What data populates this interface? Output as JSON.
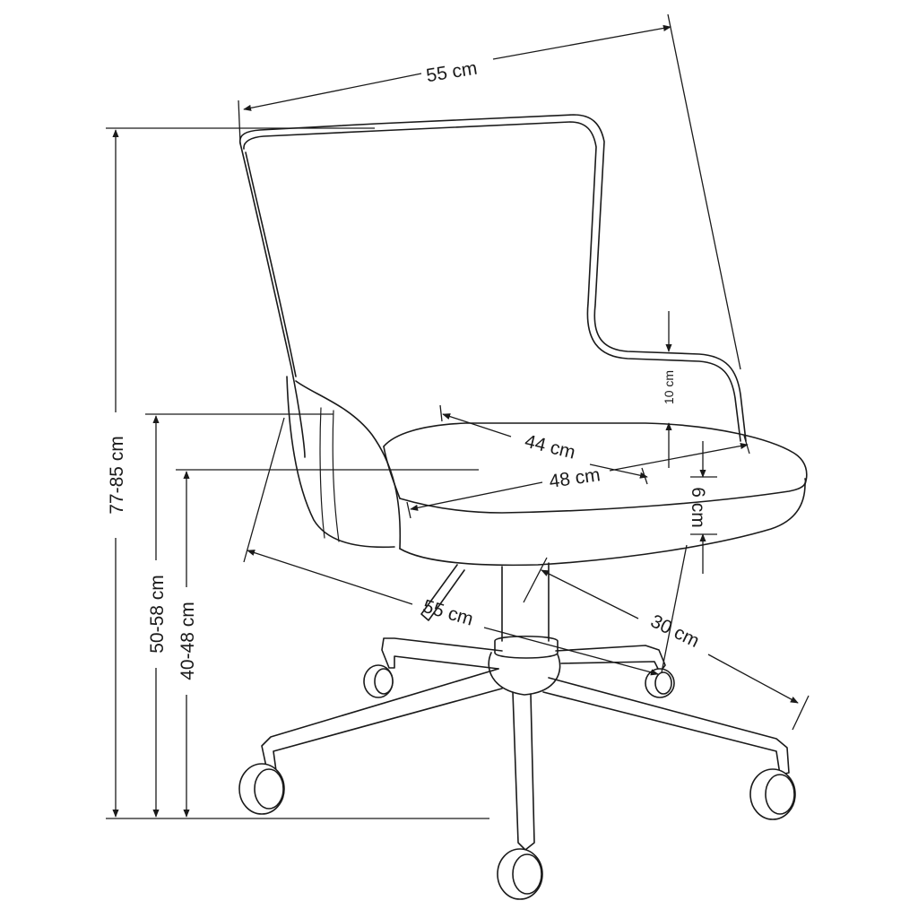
{
  "dimensions": {
    "overall_width": "55 cm",
    "overall_height": "77-85 cm",
    "seat_height": "50-58 cm",
    "armrest_height": "40-48 cm",
    "back_offset": "10 cm",
    "seat_width": "44 cm",
    "seat_front_width": "48 cm",
    "seat_thickness": "6 cm",
    "base_diameter": "55 cm",
    "base_radius": "30 cm"
  }
}
